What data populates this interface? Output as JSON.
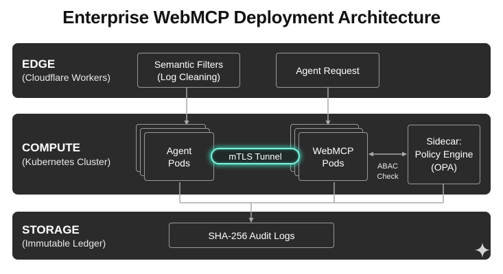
{
  "title": "Enterprise WebMCP Deployment Architecture",
  "tiers": {
    "edge": {
      "name": "EDGE",
      "subtitle": "(Cloudflare Workers)"
    },
    "compute": {
      "name": "COMPUTE",
      "subtitle": "(Kubernetes Cluster)"
    },
    "storage": {
      "name": "STORAGE",
      "subtitle": "(Immutable Ledger)"
    }
  },
  "edge_nodes": {
    "semantic_filters": {
      "line1": "Semantic Filters",
      "line2": "(Log Cleaning)"
    },
    "agent_request": "Agent Request"
  },
  "compute_nodes": {
    "agent_pods": {
      "line1": "Agent",
      "line2": "Pods"
    },
    "webmcp_pods": {
      "line1": "WebMCP",
      "line2": "Pods"
    },
    "mtls_tunnel": "mTLS Tunnel",
    "abac_check": {
      "line1": "ABAC",
      "line2": "Check"
    },
    "sidecar": {
      "line1": "Sidecar:",
      "line2": "Policy Engine",
      "line3": "(OPA)"
    }
  },
  "storage_nodes": {
    "audit_logs": "SHA-256 Audit Logs"
  },
  "colors": {
    "tier_background": "#2b2b2b",
    "box_border": "#9a9a9a",
    "connector": "#a8a8a8",
    "tunnel_glow": "#7ff5e0"
  },
  "icons": {
    "corner": "sparkle-icon"
  }
}
